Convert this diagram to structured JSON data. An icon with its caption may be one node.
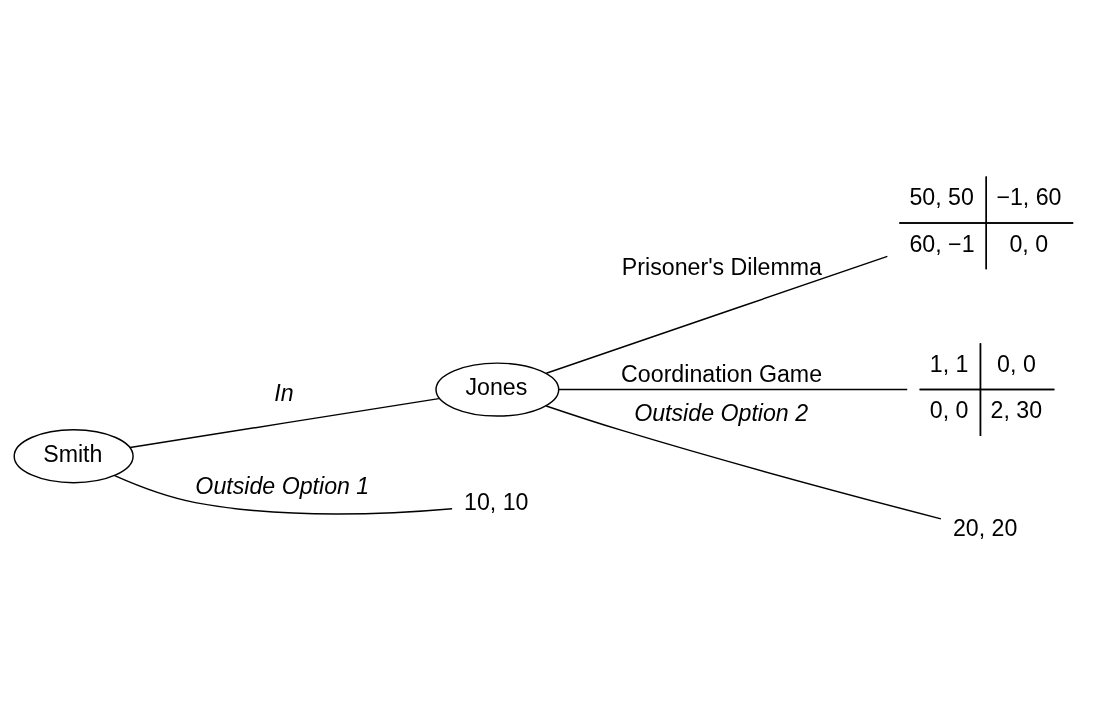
{
  "diagram": {
    "nodes": [
      {
        "text": [
          "Smith"
        ]
      },
      {
        "text": [
          "Jones"
        ]
      },
      {
        "text": [
          "50, 50",
          "−1, 60",
          "60, −1",
          "0, 0"
        ]
      },
      {
        "text": [
          "1, 1",
          "0, 0",
          "0, 0",
          "2, 30"
        ]
      },
      {
        "text": [
          "20, 20"
        ]
      },
      {
        "text": [
          "10, 10"
        ]
      }
    ],
    "edges": [
      {
        "from": 0,
        "to": 1,
        "arrow": "none",
        "label": "In"
      },
      {
        "from": 1,
        "to": 2,
        "arrow": "none",
        "label": "Prisoner's Dilemma"
      },
      {
        "from": 1,
        "to": 3,
        "arrow": "none",
        "label": "Coordination Game"
      },
      {
        "from": 1,
        "to": 4,
        "arrow": "none",
        "label": "Outside Option 2"
      },
      {
        "from": 0,
        "to": 5,
        "arrow": "none",
        "label": "Outside Option 1"
      }
    ]
  }
}
